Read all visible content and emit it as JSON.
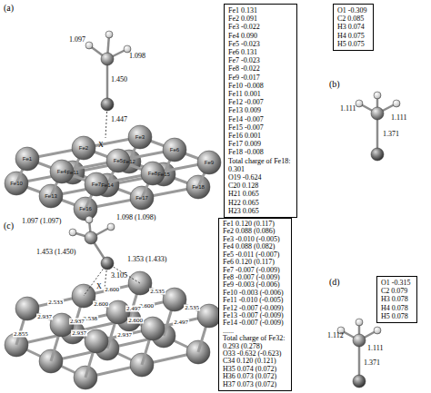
{
  "diagram": {
    "nodes": [
      {
        "text": [
          "Fe1 0.131",
          "Fe2 0.091",
          "Fe3 -0.022",
          "Fe4 0.090",
          "Fe5 -0.023",
          "Fe6 0.131",
          "Fe7 -0.023",
          "Fe8 -0.022",
          "Fe9 -0.017",
          "Fe10 -0.008",
          "Fe11 0.001",
          "Fe12 -0.007",
          "Fe13 0.009",
          "Fe14 -0.007",
          "Fe15 -0.007",
          "Fe16 0.001",
          "Fe17 0.009",
          "Fe18 -0.008",
          "Total charge of Fe18:",
          "0.301",
          "O19 -0.624",
          "C20 0.128",
          "H21 0.065",
          "H22 0.065",
          "H23 0.065"
        ]
      },
      {
        "text": [
          "O1 -0.309",
          "C2 0.085",
          "H3 0.074",
          "H4 0.075",
          "H5 0.075"
        ]
      },
      {
        "text": [
          "Fe1 0.120 (0.117)",
          "Fe2 0.088 (0.086)",
          "Fe3 -0.010 (-0.005)",
          "Fe4 0.088 (0.082)",
          "Fe5 -0.011 (-0.007)",
          "Fe6 0.120 (0.117)",
          "Fe7 -0.007 (-0.009)",
          "Fe8 -0.007 (-0.009)",
          "Fe9 -0.003 (-0.006)",
          "Fe10 -0.003 (-0.006)",
          "Fe11 -0.010 (-0.005)",
          "Fe12 -0.007 (-0.009)",
          "Fe13 -0.007 (-0.009)",
          "Fe14 -0.007 (-0.009)",
          "......",
          "Total charge of Fe32:",
          "0.293 (0.278)",
          "O33 -0.632 (-0.623)",
          "C34 0.120 (0.121)",
          "H35 0.074 (0.072)",
          "H36 0.073 (0.072)",
          "H37 0.073 (0.072)"
        ]
      },
      {
        "text": [
          "O1 -0.315",
          "C2 0.079",
          "H3 0.078",
          "H4 0.078",
          "H5 0.078"
        ]
      }
    ],
    "labels": [
      "(a)",
      "(b)",
      "(c)",
      "(d)",
      "1.097",
      "1.098",
      "1.450",
      "1.447",
      "X",
      "1.111",
      "1.111",
      "1.371",
      "1.097 (1.097)",
      "1.098 (1.098)",
      "1.453 (1.450)",
      "1.353 (1.433)",
      "X",
      "3.105",
      "2.533",
      "2.937",
      "2.600",
      "2.600",
      "2.535",
      "2.538",
      "2.937",
      "2.600",
      "2.600",
      "2.535",
      "2.937",
      "2.497",
      "2.855",
      "2.937",
      "2.497",
      "1.112",
      "1.111",
      "1.371",
      "Fe1",
      "Fe2",
      "Fe3",
      "Fe4",
      "Fe5",
      "Fe6",
      "Fe7",
      "Fe8",
      "Fe9",
      "Fe10",
      "Fe11",
      "Fe12",
      "Fe13",
      "Fe14",
      "Fe15",
      "Fe16",
      "Fe17",
      "Fe18"
    ]
  }
}
